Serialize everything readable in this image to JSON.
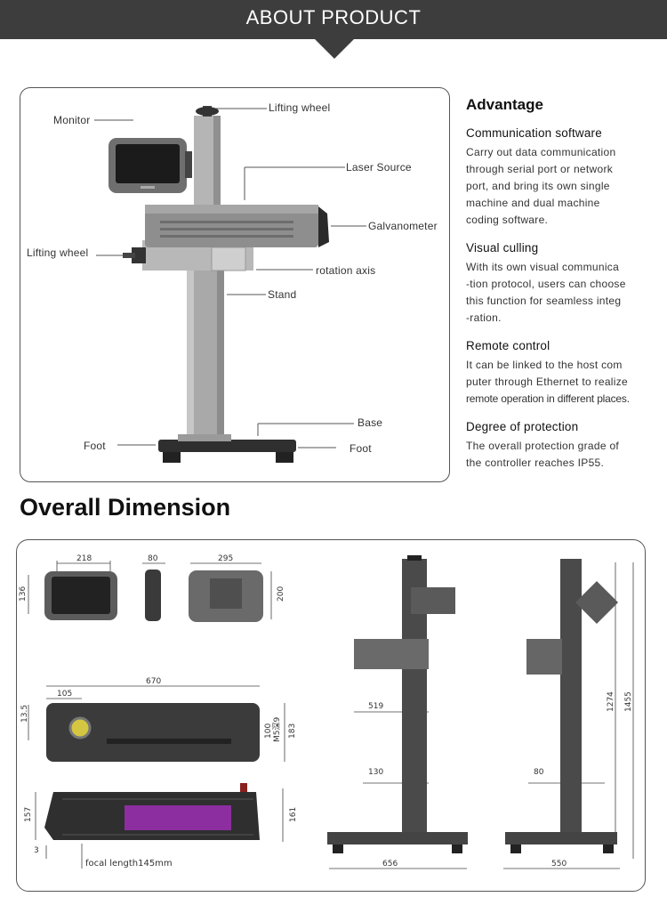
{
  "header": {
    "title": "ABOUT PRODUCT"
  },
  "diagram": {
    "labels": {
      "monitor": "Monitor",
      "lifting_wheel_top": "Lifting wheel",
      "laser_source": "Laser  Source",
      "galvanometer": "Galvanometer",
      "lifting_wheel_left": "Lifting wheel",
      "rotation_axis": "rotation axis",
      "stand": "Stand",
      "base": "Base",
      "foot_left": "Foot",
      "foot_right": "Foot"
    }
  },
  "advantage": {
    "title": "Advantage",
    "features": [
      {
        "heading": "Communication software",
        "lines": [
          "Carry out data communication",
          "through serial port or network",
          "port, and bring its own single",
          "machine and dual machine",
          "coding software."
        ]
      },
      {
        "heading": "Visual culling",
        "lines": [
          "With its own visual communica",
          "-tion protocol, users can choose",
          "this function for seamless integ",
          "-ration."
        ]
      },
      {
        "heading": "Remote control",
        "lines": [
          "It can be linked to the host com",
          "puter through Ethernet to realize",
          "remote operation in different places."
        ]
      },
      {
        "heading": "Degree of protection",
        "lines": [
          "The overall protection grade of",
          "the controller reaches IP55."
        ]
      }
    ]
  },
  "dimensions": {
    "title": "Overall Dimension",
    "monitor_width": "218",
    "monitor_height": "136",
    "monitor_depth": "80",
    "controller_width": "295",
    "controller_height": "200",
    "source_length": "670",
    "source_offset": "105",
    "source_top": "13.5",
    "source_hole": "100",
    "source_thread": "M5深9",
    "source_depth": "183",
    "source_side_height": "157",
    "source_side_total": "161",
    "source_bottom": "3",
    "focal_length": "focal length145mm",
    "front_arm": "519",
    "front_column": "130",
    "front_base": "656",
    "side_column": "80",
    "side_base": "550",
    "side_height_1": "1274",
    "side_height_2": "1455"
  }
}
